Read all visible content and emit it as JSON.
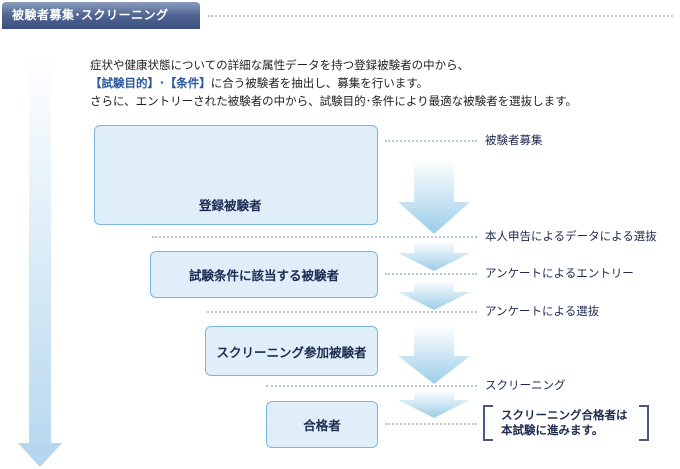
{
  "header": {
    "title": "被験者募集･スクリーニング"
  },
  "intro": {
    "line1": "症状や健康状態についての詳細な属性データを持つ登録被験者の中から、",
    "line2_hl1": "【試験目的】",
    "line2_sep": "･",
    "line2_hl2": "【条件】",
    "line2_rest": "に合う被験者を抽出し、募集を行います。",
    "line3": "さらに、エントリーされた被験者の中から、試験目的･条件により最適な被験者を選抜します。"
  },
  "boxes": {
    "registered": "登録被験者",
    "matching": "試験条件に該当する被験者",
    "screening_participants": "スクリーニング参加被験者",
    "passed": "合格者"
  },
  "stages": {
    "recruitment": "被験者募集",
    "self_report_selection": "本人申告によるデータによる選抜",
    "survey_entry": "アンケートによるエントリー",
    "survey_selection": "アンケートによる選抜",
    "screening": "スクリーニング"
  },
  "note": {
    "line1": "スクリーニング合格者は",
    "line2": "本試験に進みます。"
  },
  "colors": {
    "tab": "#4f6492",
    "box_fill": "#dfeef8",
    "box_border": "#7ab8df",
    "highlight": "#2c5aa0"
  }
}
